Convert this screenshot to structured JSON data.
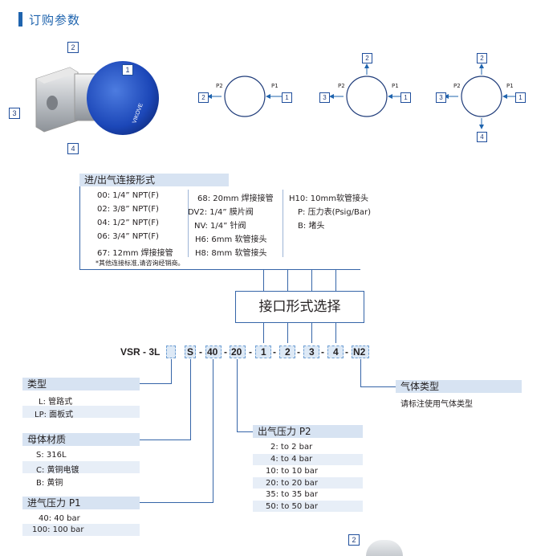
{
  "title": "订购参数",
  "image_labels": [
    "1",
    "2",
    "3",
    "4"
  ],
  "diagrams": [
    {
      "p1_label": "P1",
      "p2_label": "P2",
      "in_port": "1",
      "out_ports": [
        "2"
      ]
    },
    {
      "p1_label": "P1",
      "p2_label": "P2",
      "in_port": "1",
      "out_ports": [
        "2",
        "3"
      ]
    },
    {
      "p1_label": "P1",
      "p2_label": "P2",
      "in_port": "1",
      "out_ports": [
        "2",
        "3",
        "4"
      ]
    }
  ],
  "connection": {
    "heading": "进/出气连接形式",
    "col1": [
      "00: 1/4” NPT(F)",
      "02: 3/8” NPT(F)",
      "04: 1/2” NPT(F)",
      "06: 3/4” NPT(F)",
      "67: 12mm 焊接接管"
    ],
    "col2": [
      "68: 20mm 焊接接管",
      "DV2: 1/4” 膜片阀",
      "NV: 1/4” 针阀",
      "H6: 6mm 软管接头",
      "H8: 8mm 软管接头"
    ],
    "col3": [
      "H10: 10mm软管接头",
      "P: 压力表(Psig/Bar)",
      "B: 堵头"
    ],
    "note": "*其他连接标准,请咨询经销商。"
  },
  "interface_box": "接口形式选择",
  "code": {
    "prefix": "VSR - 3L",
    "s": "S",
    "d1": "-",
    "v40": "40",
    "d2": "-",
    "v20": "20",
    "d3": "-",
    "p1": "1",
    "d4": "-",
    "p2": "2",
    "d5": "-",
    "p3": "3",
    "d6": "-",
    "p4": "4",
    "d7": "-",
    "n2": "N2"
  },
  "type": {
    "heading": "类型",
    "items": [
      "L: 管路式",
      "LP: 面板式"
    ]
  },
  "material": {
    "heading": "母体材质",
    "items": [
      "S: 316L",
      "C: 黄铜电镀",
      "B: 黄铜"
    ]
  },
  "inlet": {
    "heading": "进气压力 P1",
    "items": [
      "40: 40 bar",
      "100: 100 bar"
    ]
  },
  "outlet": {
    "heading": "出气压力 P2",
    "items": [
      "2: to 2 bar",
      "4: to 4 bar",
      "10: to 10 bar",
      "20: to 20 bar",
      "35: to 35 bar",
      "50: to 50 bar"
    ]
  },
  "gas": {
    "heading": "气体类型",
    "note": "请标注使用气体类型"
  },
  "bottom_label": "2",
  "colors": {
    "accent": "#1f64ae",
    "header_bg": "#d7e3f2",
    "line": "#3565a8"
  }
}
